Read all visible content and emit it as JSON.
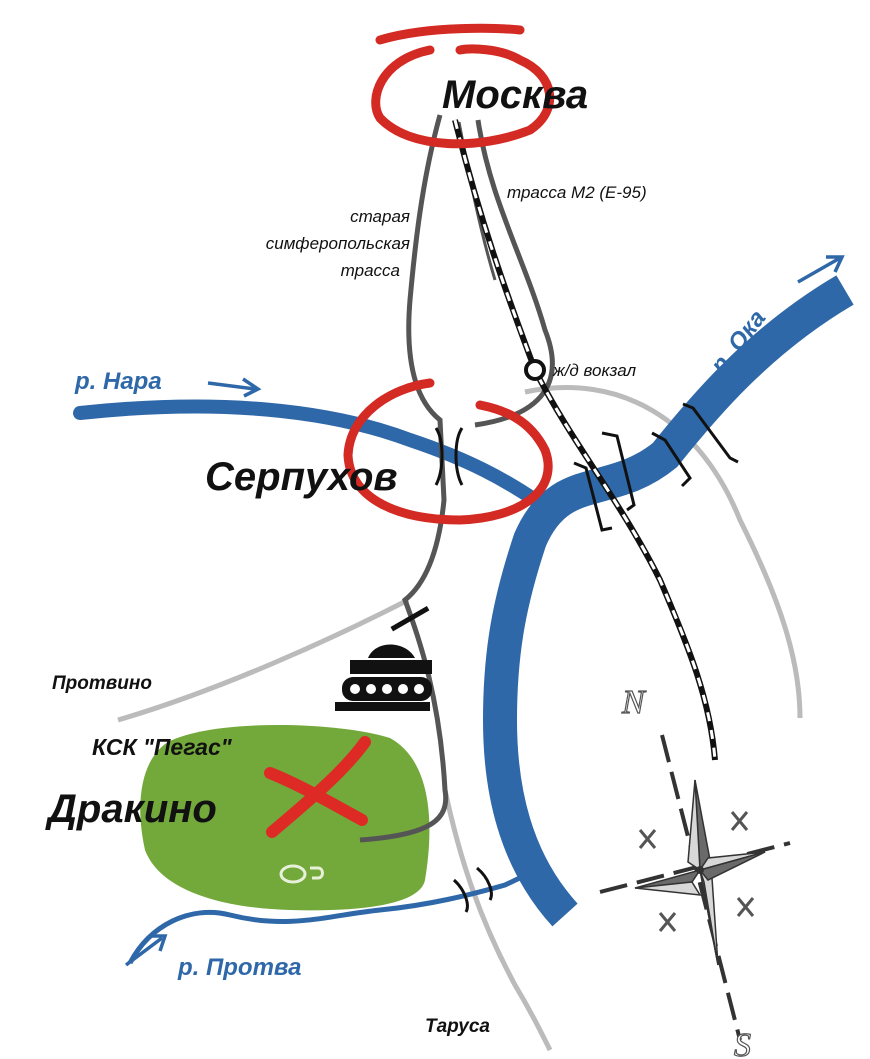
{
  "map": {
    "cities": {
      "moscow": "Москва",
      "serpukhov": "Серпухов",
      "drakino": "Дракино",
      "protvino": "Протвино",
      "tarusa": "Таруса"
    },
    "roads": {
      "old_road_line1": "старая",
      "old_road_line2": "симферопольская",
      "old_road_line3": "трасса",
      "highway": "трасса М2 (Е-95)"
    },
    "station": "ж/д вокзал",
    "club": "КСК \"Пегас\"",
    "rivers": {
      "nara": "р. Нара",
      "oka": "р. Ока",
      "protva": "р. Протва"
    },
    "compass": {
      "north": "N",
      "south": "S"
    },
    "colors": {
      "river": "#2f68a8",
      "city_ring": "#d42a24",
      "road": "#555555",
      "minor_road": "#bbbbbb",
      "park": "#73a83b",
      "marker": "#dd2a24"
    }
  }
}
